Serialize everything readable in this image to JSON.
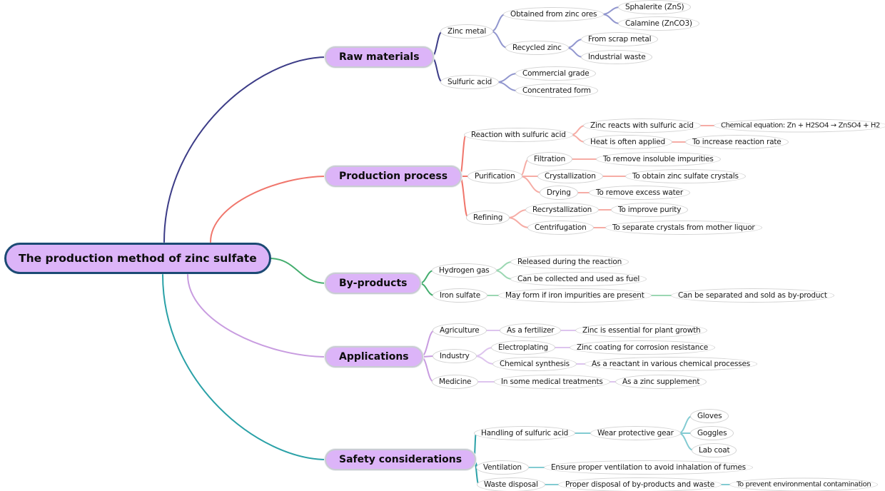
{
  "root": {
    "label": "The production method of zinc sulfate"
  },
  "branches": [
    {
      "label": "Raw materials",
      "color": "#3c3c87",
      "light_color": "#9196ce",
      "children": [
        {
          "label": "Zinc metal",
          "children": [
            {
              "label": "Obtained from zinc ores",
              "children": [
                {
                  "label": "Sphalerite (ZnS)"
                },
                {
                  "label": "Calamine (ZnCO3)"
                }
              ]
            },
            {
              "label": "Recycled zinc",
              "children": [
                {
                  "label": "From scrap metal"
                },
                {
                  "label": "Industrial waste"
                }
              ]
            }
          ]
        },
        {
          "label": "Sulfuric acid",
          "children": [
            {
              "label": "Commercial grade"
            },
            {
              "label": "Concentrated form"
            }
          ]
        }
      ]
    },
    {
      "label": "Production process",
      "color": "#f0766c",
      "light_color": "#f6aca5",
      "children": [
        {
          "label": "Reaction with sulfuric acid",
          "children": [
            {
              "label": "Zinc reacts with sulfuric acid",
              "children": [
                {
                  "label": "Chemical equation: Zn + H2SO4 → ZnSO4 + H2"
                }
              ]
            },
            {
              "label": "Heat is often applied",
              "children": [
                {
                  "label": "To increase reaction rate"
                }
              ]
            }
          ]
        },
        {
          "label": "Purification",
          "children": [
            {
              "label": "Filtration",
              "children": [
                {
                  "label": "To remove insoluble impurities"
                }
              ]
            },
            {
              "label": "Crystallization",
              "children": [
                {
                  "label": "To obtain zinc sulfate crystals"
                }
              ]
            },
            {
              "label": "Drying",
              "children": [
                {
                  "label": "To remove excess water"
                }
              ]
            }
          ]
        },
        {
          "label": "Refining",
          "children": [
            {
              "label": "Recrystallization",
              "children": [
                {
                  "label": "To improve purity"
                }
              ]
            },
            {
              "label": "Centrifugation",
              "children": [
                {
                  "label": "To separate crystals from mother liquor"
                }
              ]
            }
          ]
        }
      ]
    },
    {
      "label": "By-products",
      "color": "#44ad6e",
      "light_color": "#9bd7b2",
      "children": [
        {
          "label": "Hydrogen gas",
          "children": [
            {
              "label": "Released during the reaction"
            },
            {
              "label": "Can be collected and used as fuel"
            }
          ]
        },
        {
          "label": "Iron sulfate",
          "children": [
            {
              "label": "May form if iron impurities are present",
              "children": [
                {
                  "label": "Can be separated and sold as by-product"
                }
              ]
            }
          ]
        }
      ]
    },
    {
      "label": "Applications",
      "color": "#c89ce0",
      "light_color": "#ddc4ee",
      "children": [
        {
          "label": "Agriculture",
          "children": [
            {
              "label": "As a fertilizer",
              "children": [
                {
                  "label": "Zinc is essential for plant growth"
                }
              ]
            }
          ]
        },
        {
          "label": "Industry",
          "children": [
            {
              "label": "Electroplating",
              "children": [
                {
                  "label": "Zinc coating for corrosion resistance"
                }
              ]
            },
            {
              "label": "Chemical synthesis",
              "children": [
                {
                  "label": "As a reactant in various chemical processes"
                }
              ]
            }
          ]
        },
        {
          "label": "Medicine",
          "children": [
            {
              "label": "In some medical treatments",
              "children": [
                {
                  "label": "As a zinc supplement"
                }
              ]
            }
          ]
        }
      ]
    },
    {
      "label": "Safety considerations",
      "color": "#2aa1a7",
      "light_color": "#82cbd2",
      "children": [
        {
          "label": "Handling of sulfuric acid",
          "children": [
            {
              "label": "Wear protective gear",
              "children": [
                {
                  "label": "Gloves"
                },
                {
                  "label": "Goggles"
                },
                {
                  "label": "Lab coat"
                }
              ]
            }
          ]
        },
        {
          "label": "Ventilation",
          "children": [
            {
              "label": "Ensure proper ventilation to avoid inhalation of fumes"
            }
          ]
        },
        {
          "label": "Waste disposal",
          "children": [
            {
              "label": "Proper disposal of by-products and waste",
              "children": [
                {
                  "label": "To prevent environmental contamination"
                }
              ]
            }
          ]
        }
      ]
    }
  ]
}
